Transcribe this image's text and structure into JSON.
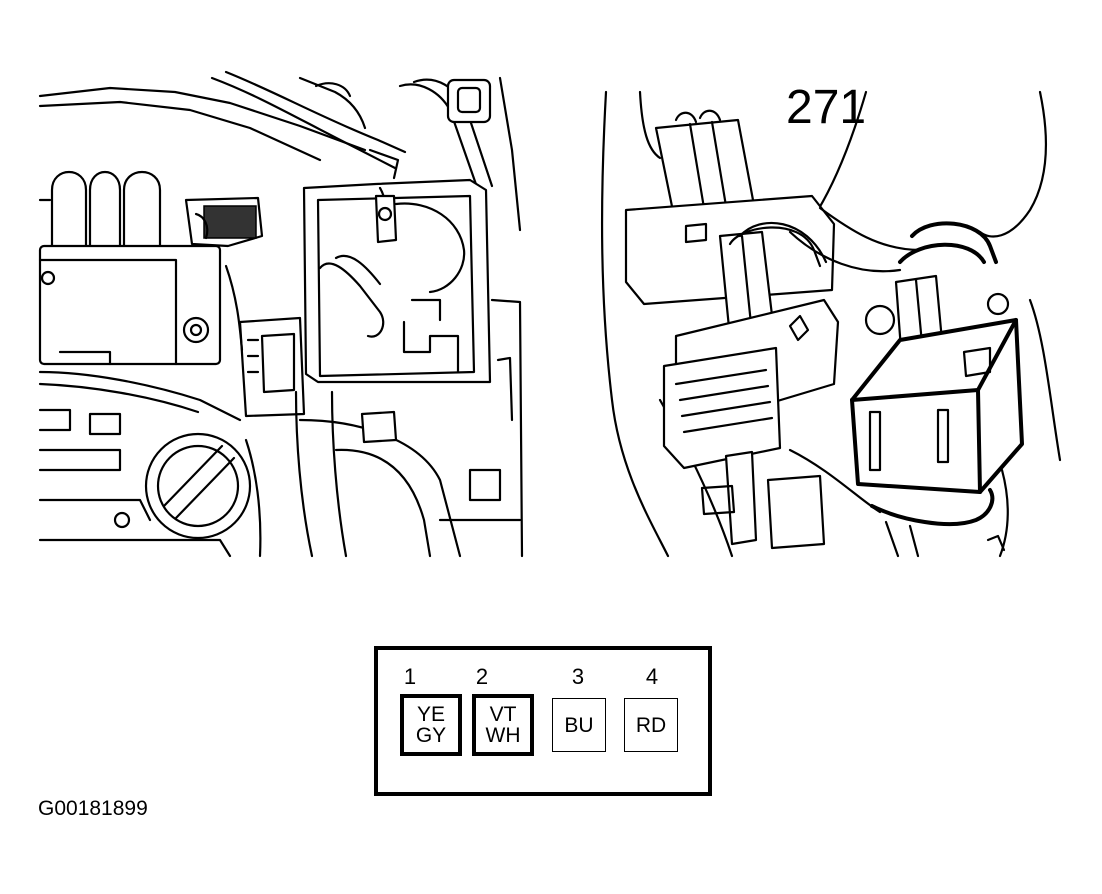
{
  "reference_number": "271",
  "figure_code": "G00181899",
  "pin_legend": {
    "pins": [
      {
        "number": "1",
        "colors": [
          "YE",
          "GY"
        ],
        "highlighted": true
      },
      {
        "number": "2",
        "colors": [
          "VT",
          "WH"
        ],
        "highlighted": true
      },
      {
        "number": "3",
        "colors": [
          "BU"
        ],
        "highlighted": false
      },
      {
        "number": "4",
        "colors": [
          "RD"
        ],
        "highlighted": false
      }
    ]
  }
}
